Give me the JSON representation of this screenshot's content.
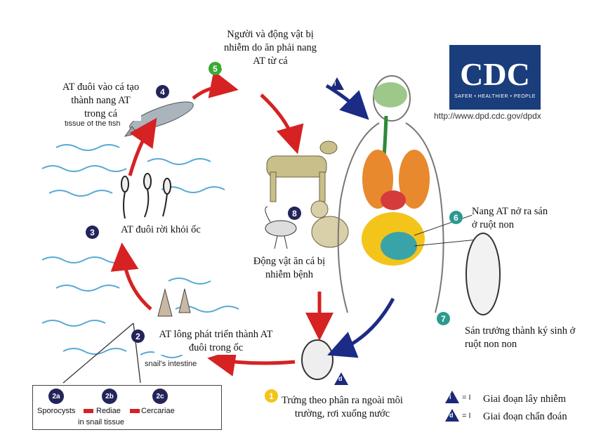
{
  "logo": {
    "text": "CDC",
    "tagline": "SAFER • HEALTHIER • PEOPLE",
    "url": "http://www.dpd.cdc.gov/dpdx"
  },
  "labels": {
    "stage5": "Người và động vật bị nhiễm do ăn phải nang AT từ cá",
    "stage4": "AT đuôi vào cá tạo thành nang AT trong cá",
    "stage3": "AT đuôi rời khỏi ốc",
    "stage8": "Động vật ăn cá bị nhiễm bệnh",
    "stage6": "Nang AT nở ra sán ở ruột non",
    "stage7": "Sán trưởng thành ký sinh ở ruột non non",
    "stage2": "AT lông phát triển thành AT đuôi trong ốc",
    "stage1": "Trứng theo phân ra ngoài môi trường, rơi xuống nước"
  },
  "stage_numbers": [
    "1",
    "2",
    "3",
    "4",
    "5",
    "6",
    "7",
    "8"
  ],
  "fragments": {
    "tissue": "tissue of the fish",
    "snail_intestine": "snail's intestine",
    "snail_tissue": "in snail tissue"
  },
  "snail_stages": [
    {
      "num": "2a",
      "name": "Sporocysts"
    },
    {
      "num": "2b",
      "name": "Rediae"
    },
    {
      "num": "2c",
      "name": "Cercariae"
    }
  ],
  "legend": {
    "infective_symbol": "i",
    "infective_label": "Giai đoạn lây nhiễm",
    "diagnostic_symbol": "d",
    "diagnostic_label": "Giai đoạn chẩn đoán",
    "equals": "= I"
  },
  "colors": {
    "red_arrow": "#d62222",
    "blue_arrow": "#1c2b86",
    "num_dark": "#22245a",
    "num_green": "#3aa935",
    "num_teal": "#2a9a8f",
    "num_yellow": "#f2c516",
    "water": "#5aa8d6"
  }
}
